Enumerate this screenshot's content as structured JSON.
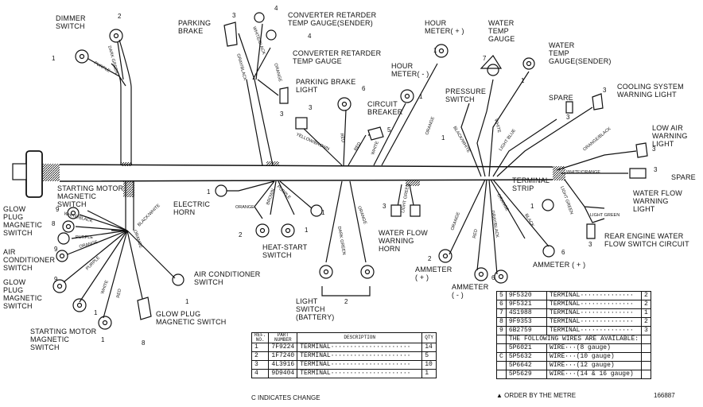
{
  "labels": {
    "dimmer_switch": "DIMMER\nSWITCH",
    "parking_brake": "PARKING\nBRAKE",
    "conv_retarder_sender": "CONVERTER RETARDER\nTEMP GAUGE(sender)",
    "conv_retarder_gauge": "CONVERTER RETARDER\nTEMP GAUGE",
    "parking_brake_light": "PARKING BRAKE\nLIGHT",
    "hour_meter_plus": "HOUR\nMETER( + )",
    "hour_meter_minus": "HOUR\nMETER( - )",
    "circuit_breaker": "CIRCUIT\nBREAKER",
    "water_temp_gauge": "WATER\nTEMP\nGAUGE",
    "water_temp_sender": "WATER\nTEMP\nGAUGE(sender)",
    "pressure_switch": "PRESSURE\nSWITCH",
    "spare_top": "SPARE",
    "cooling_system_light": "COOLING SYSTEM\nWARNING LIGHT",
    "low_air_light": "LOW AIR\nWARNING\nLIGHT",
    "spare_right": "SPARE",
    "water_flow_light": "WATER FLOW\nWARNING\nLIGHT",
    "rear_engine_switch": "REAR ENGINE WATER\nFLOW SWITCH CIRCUIT",
    "terminal_strip": "TERMINAL\nSTRIP",
    "starting_motor_switch_top": "STARTING MOTOR\nMAGNETIC\nSWITCH",
    "glow_plug_switch_top": "GLOW\nPLUG\nMAGNETIC\nSWITCH",
    "air_cond_switch_left": "AIR\nCONDITIONER\nSWITCH",
    "glow_plug_switch_mid": "GLOW\nPLUG\nMAGNETIC\nSWITCH",
    "starting_motor_switch_bottom": "STARTING MOTOR\nMAGNETIC\nSWITCH",
    "electric_horn": "ELECTRIC\nHORN",
    "heat_start_switch": "HEAT-START\nSWITCH",
    "air_cond_switch_right": "AIR CONDITIONER\nSWITCH",
    "glow_plug_switch_bottom": "GLOW PLUG\nMAGNETIC SWITCH",
    "light_switch": "LIGHT\nSWITCH\n(BATTERY)",
    "water_flow_horn": "WATER FLOW\nWARNING\nHORN",
    "ammeter_plus_a": "AMMETER\n( + )",
    "ammeter_minus": "AMMETER\n( - )",
    "ammeter_plus_b": "AMMETER ( + )"
  },
  "wires": {
    "purple": "PURPLE",
    "dark_green": "DARK GREEN",
    "gray_black": "GRAY/BLACK",
    "white_black": "WHITE/BLACK",
    "orange": "ORANGE",
    "yellow_brown": "YELLOW/BROWN",
    "red": "RED",
    "white": "WHITE",
    "black_white": "BLACK/WHITE",
    "light_blue": "LIGHT BLUE",
    "orange_black": "ORANGE/BLACK",
    "white_orange": "WHITE/ORANGE",
    "light_green": "LIGHT GREEN",
    "brown": "BROWN",
    "gray_black_b": "GRAY/BLACK",
    "black": "BLACK"
  },
  "callouts": [
    "1",
    "2",
    "3",
    "4",
    "5",
    "6",
    "7",
    "8",
    "9"
  ],
  "parts_table": {
    "headers": [
      "REF.\nNO.",
      "PART\nNUMBER",
      "DESCRIPTION",
      "QTY"
    ],
    "rows": [
      {
        "ref": "1",
        "part": "7F9224",
        "desc": "TERMINAL",
        "qty": "14"
      },
      {
        "ref": "2",
        "part": "1F7240",
        "desc": "TERMINAL",
        "qty": "5"
      },
      {
        "ref": "3",
        "part": "4L3916",
        "desc": "TERMINAL",
        "qty": "10"
      },
      {
        "ref": "4",
        "part": "9D9404",
        "desc": "TERMINAL",
        "qty": "1"
      }
    ],
    "note": "C  INDICATES CHANGE"
  },
  "parts_table_2": {
    "rows": [
      {
        "ref": "5",
        "part": "9F5320",
        "desc": "TERMINAL",
        "qty": "2"
      },
      {
        "ref": "6",
        "part": "9F5321",
        "desc": "TERMINAL",
        "qty": "2"
      },
      {
        "ref": "7",
        "part": "4S1988",
        "desc": "TERMINAL",
        "qty": "1"
      },
      {
        "ref": "8",
        "part": "9F9353",
        "desc": "TERMINAL",
        "qty": "2"
      },
      {
        "ref": "9",
        "part": "6B2759",
        "desc": "TERMINAL",
        "qty": "3"
      }
    ],
    "wires_header": "THE FOLLOWING WIRES ARE AVAILABLE:",
    "wires": [
      {
        "part": "5P6021",
        "desc": "WIRE",
        "gauge": "(8 gauge)"
      },
      {
        "part": "5P5632",
        "desc": "WIRE",
        "gauge": "(10 gauge)"
      },
      {
        "part": "5P6642",
        "desc": "WIRE",
        "gauge": "(12 gauge)"
      },
      {
        "part": "5P5629",
        "desc": "WIRE",
        "gauge": "(14 & 16 gauge)"
      }
    ],
    "change_mark": "C",
    "note": "ORDER BY THE METRE",
    "drawing_number": "166887"
  }
}
